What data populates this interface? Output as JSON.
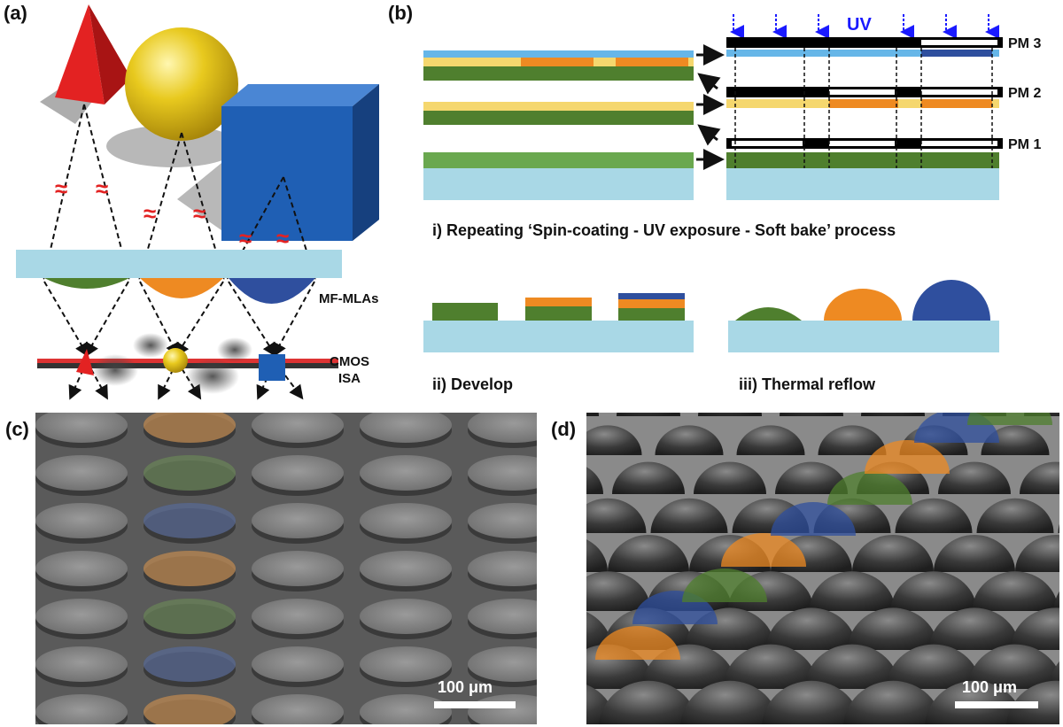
{
  "panels": {
    "a": {
      "label": "(a)",
      "lens_label": "MF-MLAs",
      "sensor_label_1": "CMOS",
      "sensor_label_2": "ISA",
      "break_mark": "≈"
    },
    "b": {
      "label": "(b)",
      "uv_label": "UV",
      "masks": [
        "PM 3",
        "PM 2",
        "PM 1"
      ],
      "step1": "i) Repeating ‘Spin-coating - UV exposure - Soft bake’ process",
      "step2": "ii) Develop",
      "step3": "iii) Thermal reflow"
    },
    "c": {
      "label": "(c)",
      "scale_bar": "100 μm"
    },
    "d": {
      "label": "(d)",
      "scale_bar": "100 μm"
    }
  },
  "colors": {
    "green": "#4f7f2e",
    "light_green": "#8cc152",
    "orange": "#ee8a22",
    "yellow": "#f5d76e",
    "blue": "#2f4f9e",
    "light_blue": "#a9d8e6",
    "cyan_layer": "#66b6e8",
    "red": "#e32222",
    "sphere_yellow": "#e3c21a",
    "cube_blue": "#1f5fb4",
    "sem_bg": "#555555",
    "arrow_blue": "#1a1aff"
  }
}
